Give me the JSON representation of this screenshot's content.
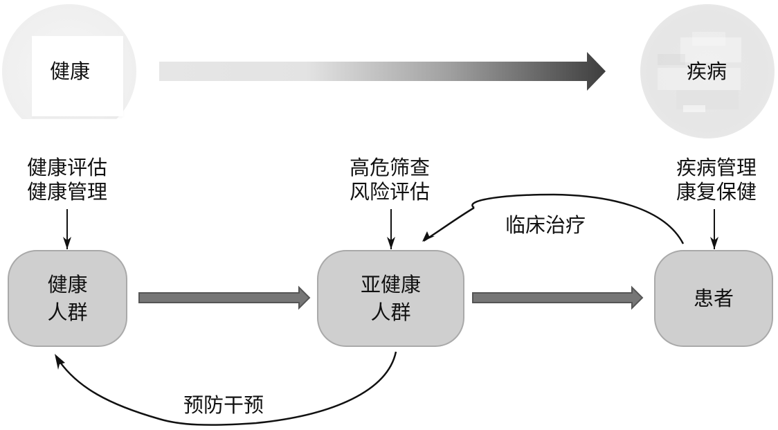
{
  "diagram": {
    "title_states": {
      "start": "健康",
      "end": "疾病"
    },
    "progression_arrow": {
      "meaning": "health-to-disease progression",
      "gradient_colors": [
        "#e6e6e6",
        "#e2e2e2",
        "#9a9a9a",
        "#3e3e3e"
      ]
    },
    "interventions": [
      {
        "lines": [
          "健康评估",
          "健康管理"
        ]
      },
      {
        "lines": [
          "高危筛查",
          "风险评估"
        ]
      },
      {
        "lines": [
          "疾病管理",
          "康复保健"
        ]
      }
    ],
    "nodes": [
      {
        "label": "健康\n人群"
      },
      {
        "label": "亚健康\n人群"
      },
      {
        "label": "患者"
      }
    ],
    "flows": [
      {
        "from": "健康人群",
        "to": "亚健康人群"
      },
      {
        "from": "亚健康人群",
        "to": "患者"
      }
    ],
    "feedback": [
      {
        "label": "临床治疗",
        "from": "患者",
        "to": "亚健康人群"
      },
      {
        "label": "预防干预",
        "from": "亚健康人群",
        "to": "健康人群"
      }
    ],
    "colors": {
      "node_fill": "#cfcfcf",
      "node_border": "#a9a9a9",
      "flow_arrow_fill": "#767676",
      "flow_arrow_border": "#555555",
      "line": "#111111"
    }
  }
}
